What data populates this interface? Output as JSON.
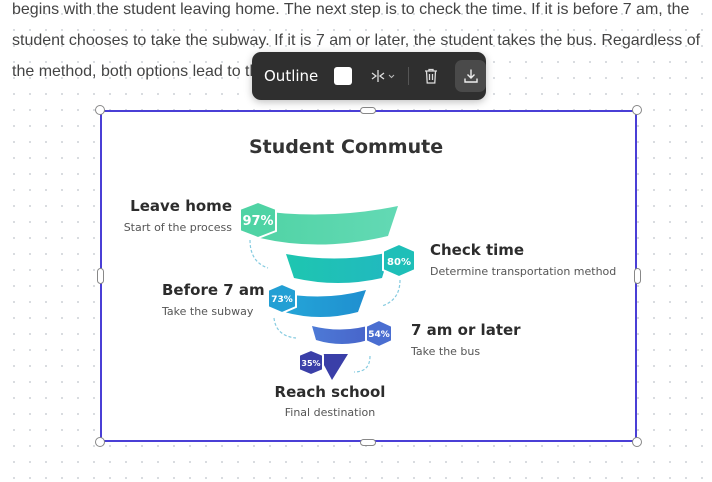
{
  "document": {
    "lines": [
      "begins with the student leaving home. The next step is to check the time. If it is before 7 am, the",
      "student chooses to take the subway. If it is 7 am or later, the student takes the bus. Regardless of",
      "the method, both options lead to the student reaching school"
    ]
  },
  "toolbar": {
    "label": "Outline",
    "icons": [
      "flip-icon",
      "chevron-down-icon",
      "trash-icon",
      "download-icon"
    ]
  },
  "infographic": {
    "title": "Student Commute",
    "steps": [
      {
        "title": "Leave home",
        "subtitle": "Start of the process",
        "percent": "97%",
        "color": "#4fd3a4"
      },
      {
        "title": "Check time",
        "subtitle": "Determine transportation method",
        "percent": "80%",
        "color": "#1ebfb8"
      },
      {
        "title": "Before 7 am",
        "subtitle": "Take the subway",
        "percent": "73%",
        "color": "#229fd4"
      },
      {
        "title": "7 am or later",
        "subtitle": "Take the bus",
        "percent": "54%",
        "color": "#4a6ed1"
      },
      {
        "title": "Reach school",
        "subtitle": "Final destination",
        "percent": "35%",
        "color": "#3a3fa8"
      }
    ]
  },
  "colors": {
    "selection": "#4a3fd6",
    "toolbar_bg": "#2f2f2f"
  }
}
